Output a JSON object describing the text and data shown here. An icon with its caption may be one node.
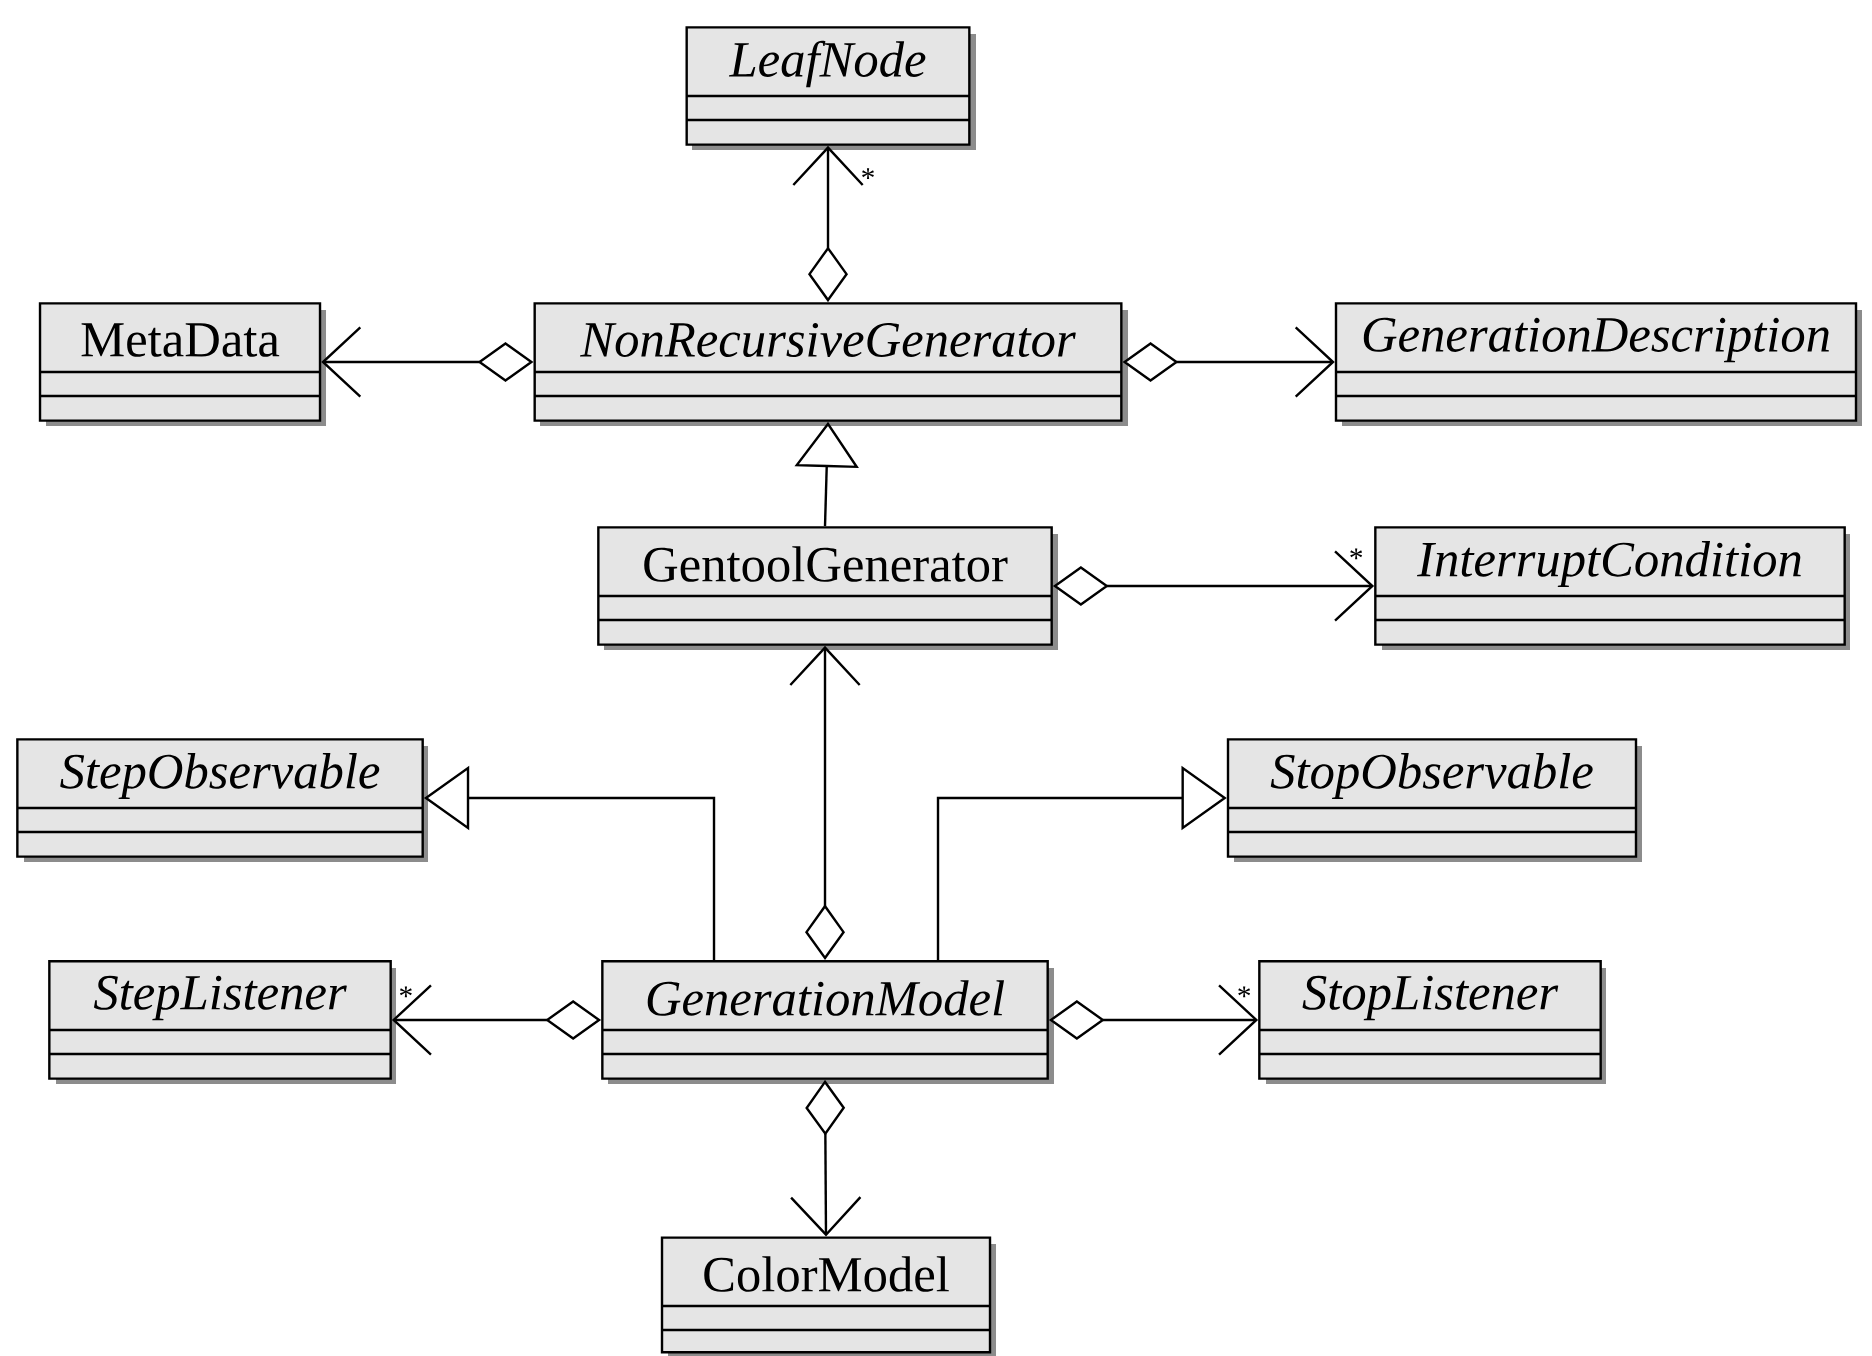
{
  "diagram": {
    "nodes": [
      {
        "text": [
          "LeafNode"
        ]
      },
      {
        "text": [
          "MetaData"
        ]
      },
      {
        "text": [
          "NonRecursiveGenerator"
        ]
      },
      {
        "text": [
          "GenerationDescription"
        ]
      },
      {
        "text": [
          "GentoolGenerator"
        ]
      },
      {
        "text": [
          "InterruptCondition"
        ]
      },
      {
        "text": [
          "StepObservable"
        ]
      },
      {
        "text": [
          "StopObservable"
        ]
      },
      {
        "text": [
          "StepListener"
        ]
      },
      {
        "text": [
          "GenerationModel"
        ]
      },
      {
        "text": [
          "StopListener"
        ]
      },
      {
        "text": [
          "ColorModel"
        ]
      }
    ],
    "edges": [
      {
        "from": 2,
        "to": 0,
        "arrow": "to",
        "label": "*"
      },
      {
        "from": 2,
        "to": 1,
        "arrow": "to"
      },
      {
        "from": 2,
        "to": 3,
        "arrow": "to"
      },
      {
        "from": 4,
        "to": 2,
        "arrow": "to"
      },
      {
        "from": 4,
        "to": 5,
        "arrow": "to",
        "label": "*"
      },
      {
        "from": 9,
        "to": 4,
        "arrow": "to"
      },
      {
        "from": 9,
        "to": 6,
        "arrow": "to"
      },
      {
        "from": 9,
        "to": 7,
        "arrow": "to"
      },
      {
        "from": 9,
        "to": 8,
        "arrow": "to",
        "label": "*"
      },
      {
        "from": 9,
        "to": 10,
        "arrow": "to",
        "label": "*"
      },
      {
        "from": 9,
        "to": 11,
        "arrow": "to"
      }
    ]
  }
}
